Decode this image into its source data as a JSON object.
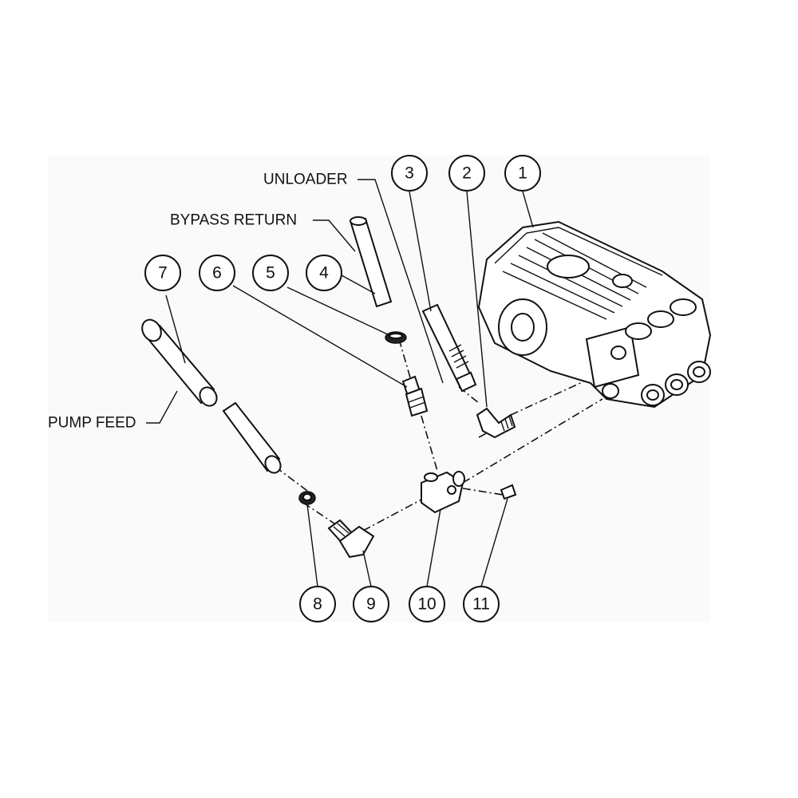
{
  "labels": {
    "unloader": "UNLOADER",
    "bypass_return": "BYPASS RETURN",
    "pump_feed": "PUMP FEED"
  },
  "callouts": [
    "1",
    "2",
    "3",
    "4",
    "5",
    "6",
    "7",
    "8",
    "9",
    "10",
    "11"
  ]
}
